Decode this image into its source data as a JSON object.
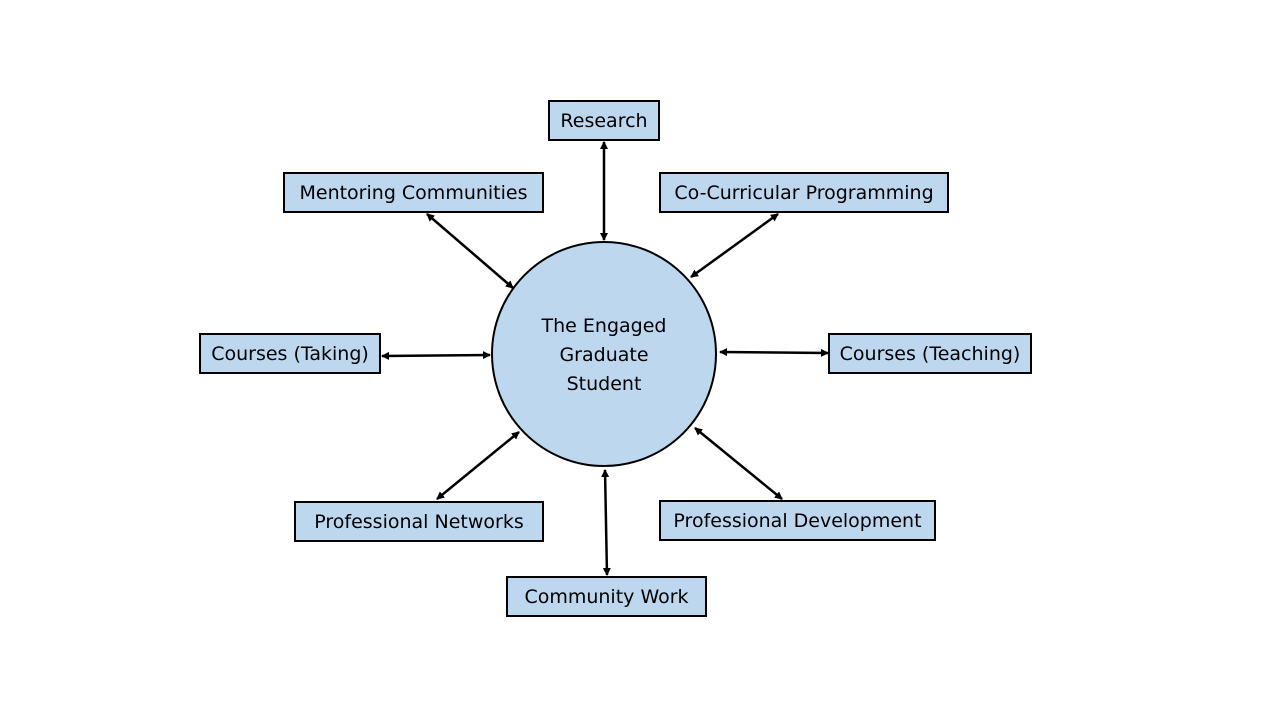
{
  "center": {
    "label": "The Engaged\nGraduate\nStudent"
  },
  "nodes": {
    "research": "Research",
    "mentoring_communities": "Mentoring Communities",
    "co_curricular_programming": "Co-Curricular Programming",
    "courses_taking": "Courses (Taking)",
    "courses_teaching": "Courses (Teaching)",
    "professional_networks": "Professional Networks",
    "professional_development": "Professional Development",
    "community_work": "Community Work"
  },
  "colors": {
    "fill": "#bdd7ee",
    "stroke": "#000000",
    "background": "#ffffff"
  }
}
